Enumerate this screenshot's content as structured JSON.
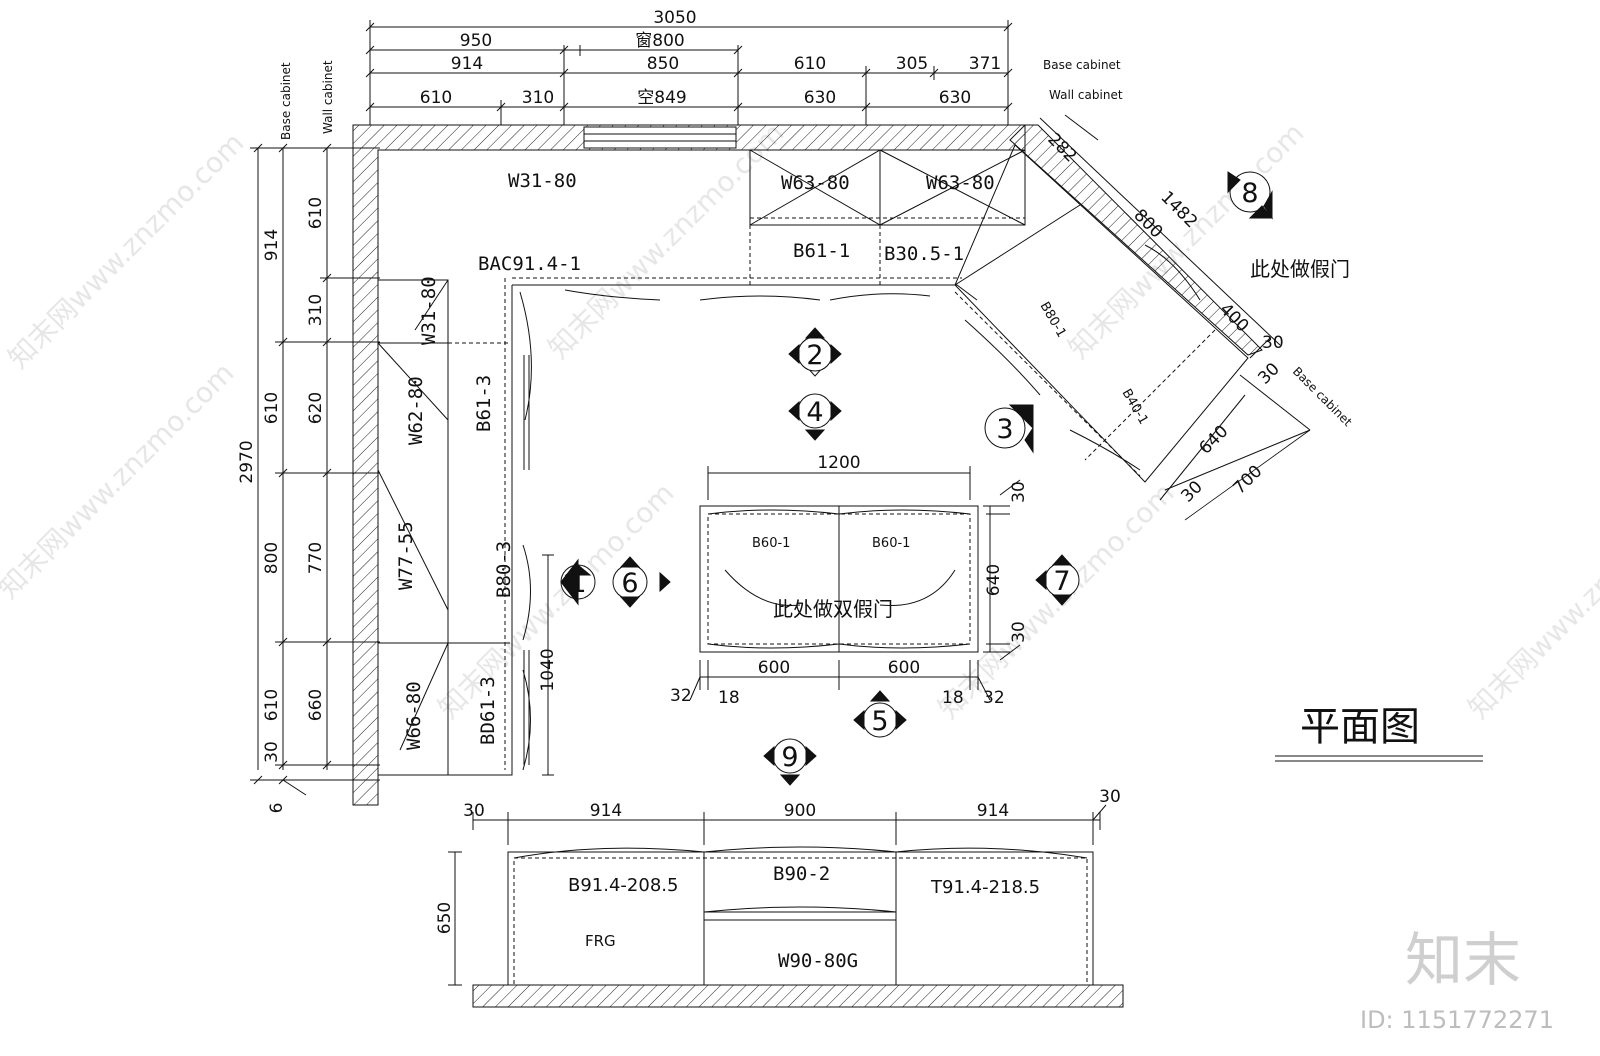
{
  "plan_title": "平面图",
  "watermark": {
    "brand": "知末",
    "id": "ID: 1151772271",
    "site": "知末网www.znzmo.com"
  },
  "legend": {
    "base_cabinet": "Base cabinet",
    "wall_cabinet": "Wall cabinet"
  },
  "notes": {
    "false_door": "此处做假门",
    "double_false_door": "此处做双假门"
  },
  "top_dims": {
    "overall": "3050",
    "row1": [
      "950",
      "窗800"
    ],
    "row2": [
      "914",
      "850",
      "610",
      "305",
      "371"
    ],
    "row3": [
      "610",
      "310",
      "空849",
      "630",
      "630"
    ]
  },
  "left_dims": {
    "overall": "2970",
    "outer": [
      "914",
      "610",
      "800",
      "610",
      "30"
    ],
    "inner": [
      "610",
      "310",
      "620",
      "770",
      "660"
    ],
    "bottom": "6"
  },
  "cabinets": {
    "w31_80_top": "W31-80",
    "w63_80_a": "W63-80",
    "w63_80_b": "W63-80",
    "b61_1": "B61-1",
    "b30_5_1": "B30.5-1",
    "bac": "BAC91.4-1",
    "w31_80_left": "W31-80",
    "w62_80": "W62-80",
    "b61_3": "B61-3",
    "w77_55": "W77-55",
    "b80_3": "B80-3",
    "w66_80": "W66-80",
    "bd61_3": "BD61-3",
    "b80_1": "B80-1",
    "b40_1": "B40-1"
  },
  "angled_dims": [
    "282",
    "1482",
    "800",
    "400",
    "30",
    "30",
    "640",
    "30",
    "700"
  ],
  "island": {
    "width": "1200",
    "cab_left": "B60-1",
    "cab_right": "B60-1",
    "depth": "640",
    "side_top": "30",
    "side_bottom": "30",
    "bottom_dims": [
      "600",
      "600"
    ],
    "corner_dims": [
      "32",
      "18",
      "18",
      "32"
    ]
  },
  "left_run_dim": "1040",
  "bottom_run": {
    "dims": [
      "30",
      "914",
      "900",
      "914",
      "30"
    ],
    "height": "650",
    "b_tall": "B91.4-208.5",
    "frg": "FRG",
    "b90_2": "B90-2",
    "w90": "W90-80G",
    "t_tall": "T91.4-218.5"
  },
  "view_markers": [
    "1",
    "2",
    "3",
    "4",
    "5",
    "6",
    "7",
    "8",
    "9"
  ]
}
